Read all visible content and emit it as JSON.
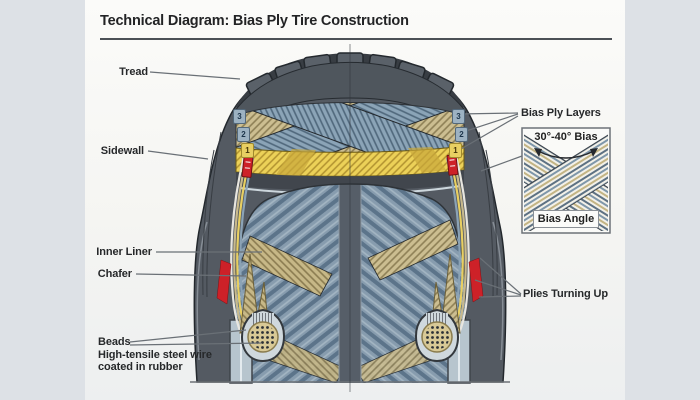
{
  "title": "Technical Diagram: Bias Ply Tire Construction",
  "labels": {
    "tread": "Tread",
    "sidewall": "Sidewall",
    "inner_liner": "Inner Liner",
    "chafer": "Chafer",
    "beads": "Beads",
    "beads_detail_line1": "High-tensile steel wire",
    "beads_detail_line2": "coated in rubber",
    "bias_ply_layers": "Bias Ply Layers",
    "plies_turning_up": "Plies Turning Up"
  },
  "inset": {
    "bias_range": "30°-40° Bias",
    "caption": "Bias Angle"
  },
  "ply_numbers": [
    "3",
    "2",
    "1"
  ],
  "colors": {
    "background_band": "#dde1e6",
    "panel": "#f6f6f4",
    "tire_body": "#50565d",
    "ply_blue": "#8ba3b6",
    "ply_tan": "#ccbe91",
    "ply_yellow": "#e8cf62",
    "ply_red": "#cd2128"
  }
}
